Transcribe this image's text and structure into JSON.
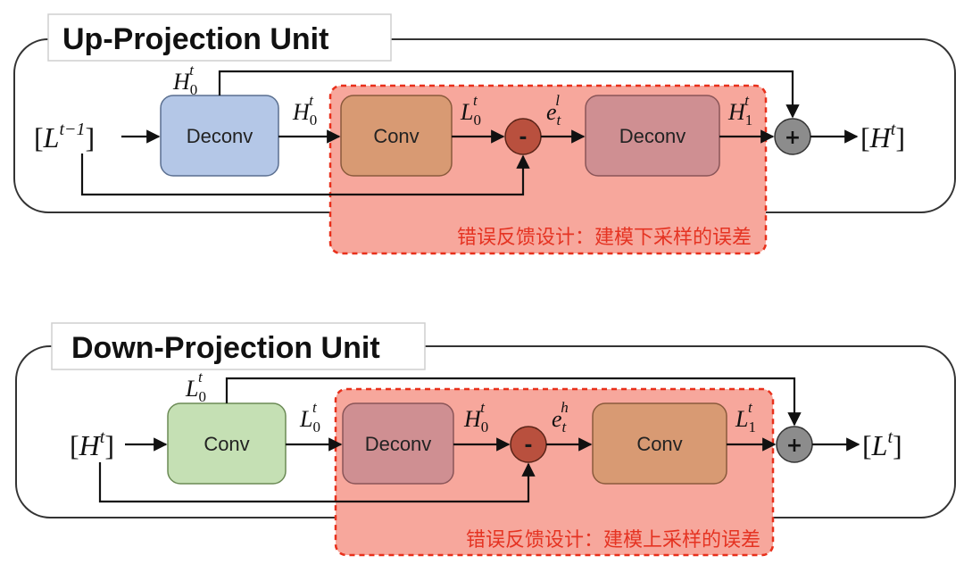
{
  "up_unit": {
    "title": "Up-Projection Unit",
    "input": {
      "open": "[",
      "base": "L",
      "sup": "t−1",
      "close": "]"
    },
    "output": {
      "open": "[",
      "base": "H",
      "sup": "t",
      "close": "]"
    },
    "block1": "Deconv",
    "block2": "Conv",
    "block3": "Deconv",
    "skip_label": {
      "base": "H",
      "sub": "0",
      "sup": "t"
    },
    "label_after_block1": {
      "base": "H",
      "sub": "0",
      "sup": "t"
    },
    "label_after_block2": {
      "base": "L",
      "sub": "0",
      "sup": "t"
    },
    "error_label": {
      "base": "e",
      "sub": "t",
      "sup": "l"
    },
    "label_after_block3": {
      "base": "H",
      "sub": "1",
      "sup": "t"
    },
    "minus_symbol": "-",
    "plus_symbol": "+",
    "annotation": "错误反馈设计：建模下采样的误差"
  },
  "down_unit": {
    "title": "Down-Projection Unit",
    "input": {
      "open": "[",
      "base": "H",
      "sup": "t",
      "close": "]"
    },
    "output": {
      "open": "[",
      "base": "L",
      "sup": "t",
      "close": "]"
    },
    "block1": "Conv",
    "block2": "Deconv",
    "block3": "Conv",
    "skip_label": {
      "base": "L",
      "sub": "0",
      "sup": "t"
    },
    "label_after_block1": {
      "base": "L",
      "sub": "0",
      "sup": "t"
    },
    "label_after_block2": {
      "base": "H",
      "sub": "0",
      "sup": "t"
    },
    "error_label": {
      "base": "e",
      "sub": "t",
      "sup": "h"
    },
    "label_after_block3": {
      "base": "L",
      "sub": "1",
      "sup": "t"
    },
    "minus_symbol": "-",
    "plus_symbol": "+",
    "annotation": "错误反馈设计：建模上采样的误差"
  },
  "colors": {
    "deconv_blue": "#b4c7e7",
    "conv_orange": "#d89a73",
    "deconv_red": "#cf8f92",
    "conv_green": "#c5e0b4",
    "highlight_fill": "#f7a79c",
    "highlight_border": "#e8301b",
    "minus_node": "#b9503e",
    "plus_node": "#8c8c8c"
  }
}
